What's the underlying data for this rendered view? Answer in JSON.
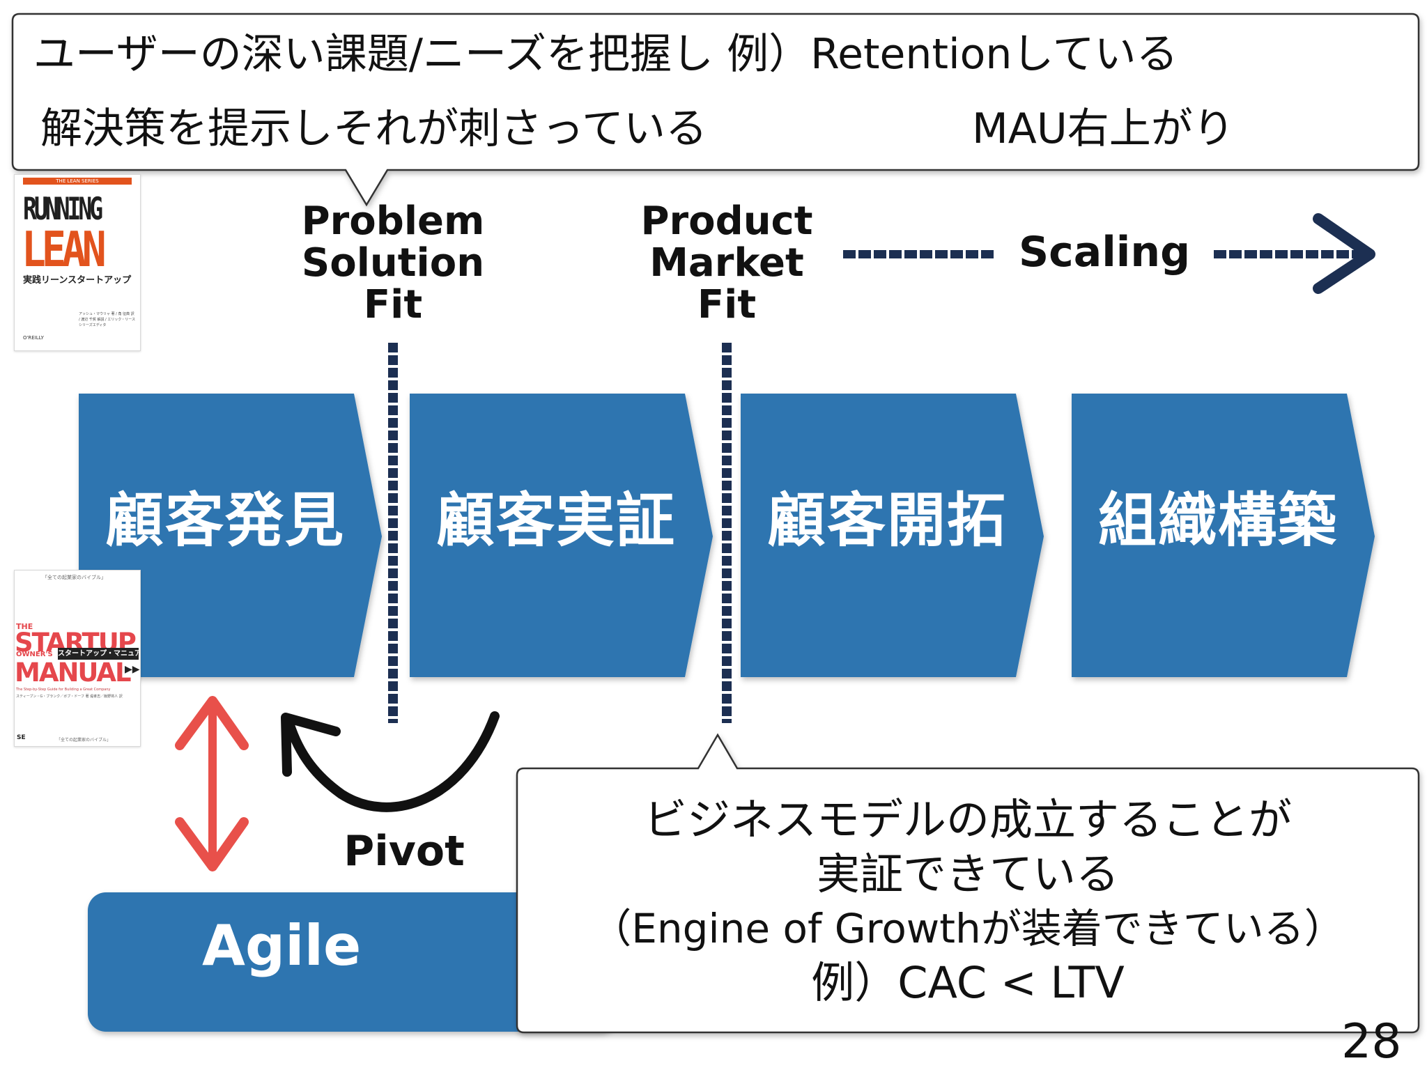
{
  "top_callout": {
    "line1": "ユーザーの深い課題/ニーズを把握し 例）Retentionしている",
    "line2_left": "解決策を提示しそれが刺さっている",
    "line2_right": "MAU右上がり"
  },
  "milestones": {
    "psf_line1": "Problem",
    "psf_line2": "Solution",
    "psf_line3": "Fit",
    "pmf_line1": "Product",
    "pmf_line2": "Market",
    "pmf_line3": "Fit",
    "scaling": "Scaling"
  },
  "stages": [
    {
      "label": "顧客発見"
    },
    {
      "label": "顧客実証"
    },
    {
      "label": "顧客開拓"
    },
    {
      "label": "組織構築"
    }
  ],
  "pivot": "Pivot",
  "agile": "Agile",
  "bottom_callout": {
    "line1": "ビジネスモデルの成立することが",
    "line2": "実証できている",
    "line3": "（Engine of Growthが装着できている）",
    "line4": "例）CAC < LTV"
  },
  "books": {
    "running_lean": {
      "series": "THE LEAN SERIES",
      "title1": "RUNNING",
      "title2": "LEAN",
      "subtitle": "実践リーンスタートアップ",
      "authors": "アッシュ・マウリャ 著 / 角 征典 訳 / 渡辺 千賀 解説 / エリック・リース シリーズエディタ",
      "publisher": "O'REILLY"
    },
    "startup_manual": {
      "top_note": "「全ての起業家のバイブル」",
      "the": "THE",
      "title1": "STARTUP",
      "owners": "OWNER'S",
      "jp_title": "スタートアップ・マニュアル",
      "title2": "MANUAL",
      "tagline": "The Step-by-Step Guide for Building a Great Company",
      "authors": "スティーブン・G・ブランク／ボブ・ドーフ 著 堤孝志／飯野将人 訳",
      "publisher": "SE",
      "bottom_note": "「全ての起業家のバイブル」"
    }
  },
  "page_number": "28",
  "colors": {
    "stage_blue": "#2e75b0",
    "dashed_navy": "#1c2f52",
    "pivot_arrow": "#111111",
    "agile_arrow": "#e8504a",
    "callout_border": "#333333"
  }
}
